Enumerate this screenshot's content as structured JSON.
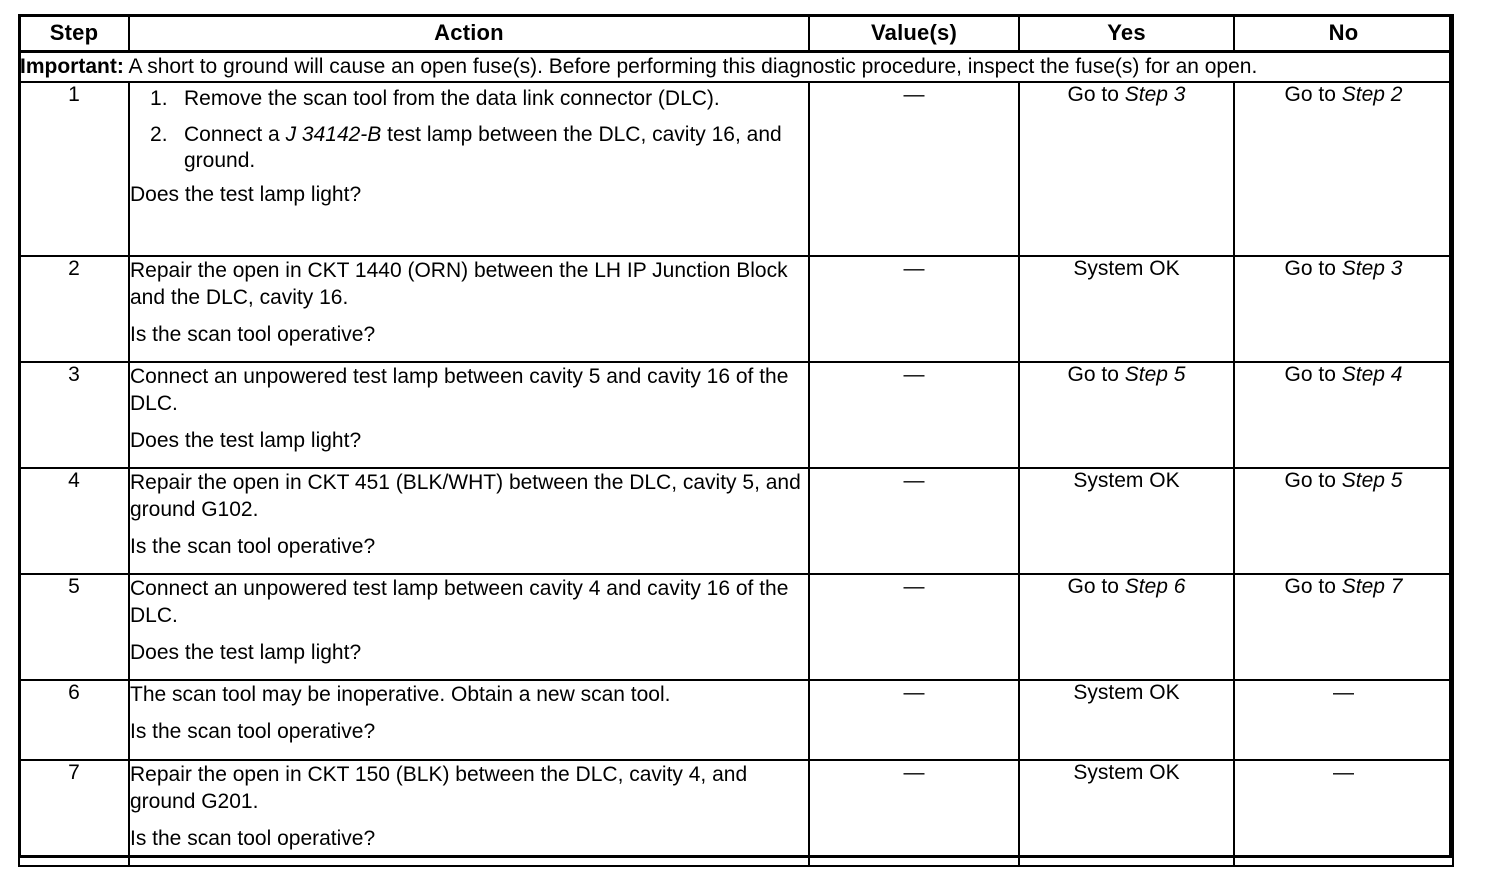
{
  "table": {
    "columns": [
      {
        "key": "step",
        "label": "Step"
      },
      {
        "key": "action",
        "label": "Action"
      },
      {
        "key": "value",
        "label": "Value(s)"
      },
      {
        "key": "yes",
        "label": "Yes"
      },
      {
        "key": "no",
        "label": "No"
      }
    ],
    "notice": {
      "label": "Important:",
      "text": "A short to ground will cause an open fuse(s). Before performing this diagnostic procedure, inspect the fuse(s) for an open."
    },
    "dash": "—",
    "rows": [
      {
        "step": "1",
        "list": [
          "Remove the scan tool from the data link connector (DLC).",
          "Connect a J 34142-B test lamp between the DLC, cavity 16, and ground."
        ],
        "list_italic": [
          "",
          "J 34142-B"
        ],
        "question": "Does the test lamp light?",
        "value": "—",
        "yes": "Go to Step 3",
        "yes_italic": "Step 3",
        "no": "Go to Step 2",
        "no_italic": "Step 2"
      },
      {
        "step": "2",
        "statement": "Repair the open in CKT 1440 (ORN) between the LH IP Junction Block and the DLC, cavity 16.",
        "question": "Is the scan tool operative?",
        "value": "—",
        "yes": "System OK",
        "yes_italic": "",
        "no": "Go to Step 3",
        "no_italic": "Step 3"
      },
      {
        "step": "3",
        "statement": "Connect an unpowered test lamp between cavity 5 and cavity 16 of the DLC.",
        "question": "Does the test lamp light?",
        "value": "—",
        "yes": "Go to Step 5",
        "yes_italic": "Step 5",
        "no": "Go to Step 4",
        "no_italic": "Step 4"
      },
      {
        "step": "4",
        "statement": "Repair the open in CKT 451 (BLK/WHT) between the DLC, cavity 5, and ground G102.",
        "question": "Is the scan tool operative?",
        "value": "—",
        "yes": "System OK",
        "yes_italic": "",
        "no": "Go to Step 5",
        "no_italic": "Step 5"
      },
      {
        "step": "5",
        "statement": "Connect an unpowered test lamp between cavity 4 and cavity 16 of the DLC.",
        "question": "Does the test lamp light?",
        "value": "—",
        "yes": "Go to Step 6",
        "yes_italic": "Step 6",
        "no": "Go to Step 7",
        "no_italic": "Step 7"
      },
      {
        "step": "6",
        "statement": "The scan tool may be inoperative. Obtain a new scan tool.",
        "question": "Is the scan tool operative?",
        "value": "—",
        "yes": "System OK",
        "yes_italic": "",
        "no": "—",
        "no_italic": ""
      },
      {
        "step": "7",
        "statement": "Repair the open in CKT 150 (BLK) between the DLC, cavity 4, and ground G201.",
        "question": "Is the scan tool operative?",
        "value": "—",
        "yes": "System OK",
        "yes_italic": "",
        "no": "—",
        "no_italic": ""
      }
    ]
  }
}
